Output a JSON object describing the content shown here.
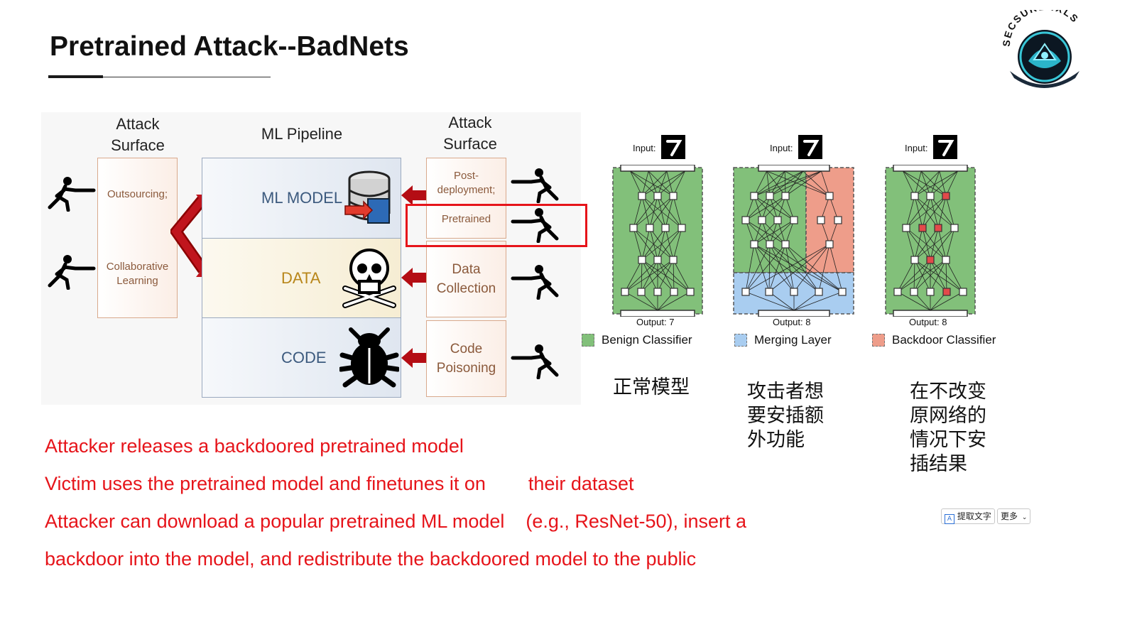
{
  "title": "Pretrained Attack--BadNets",
  "brand": {
    "logo_text": "SECSURENXLS"
  },
  "figure": {
    "left_header": [
      "Attack",
      "Surface"
    ],
    "pipeline_header": "ML Pipeline",
    "right_header": [
      "Attack",
      "Surface"
    ],
    "left_surfaces": {
      "outsourcing": "Outsourcing;",
      "collab": [
        "Collaborative",
        "Learning"
      ]
    },
    "pipeline": {
      "model": "ML MODEL",
      "data": "DATA",
      "code": "CODE"
    },
    "right_surfaces": {
      "post": [
        "Post-",
        "deployment;"
      ],
      "pretrained": "Pretrained",
      "data_collection": [
        "Data",
        "Collection"
      ],
      "code_poisoning": [
        "Code",
        "Poisoning"
      ]
    }
  },
  "networks": {
    "input_label": "Input:",
    "outputs": [
      "Output: 7",
      "Output: 8",
      "Output: 8"
    ],
    "legend": [
      "Benign Classifier",
      "Merging Layer",
      "Backdoor Classifier"
    ],
    "colors": {
      "benign": "#82c07a",
      "merging": "#a9cdf0",
      "backdoor": "#ee9d8a",
      "highlight": "#e6141a"
    }
  },
  "notes_cn": {
    "normal": "正常模型",
    "attacker": [
      "攻击者想",
      "要安插额",
      "外功能"
    ],
    "insert": [
      "在不改变",
      "原网络的",
      "情况下安",
      "插结果"
    ]
  },
  "bullets": [
    "Attacker releases a backdoored pretrained model",
    "Victim uses the pretrained model and finetunes it on        their dataset",
    "Attacker can download a popular pretrained ML model    (e.g., ResNet-50), insert a",
    "backdoor into the model, and redistribute the backdoored model to the public"
  ],
  "toolbar": {
    "extract_text": "提取文字",
    "more": "更多"
  }
}
